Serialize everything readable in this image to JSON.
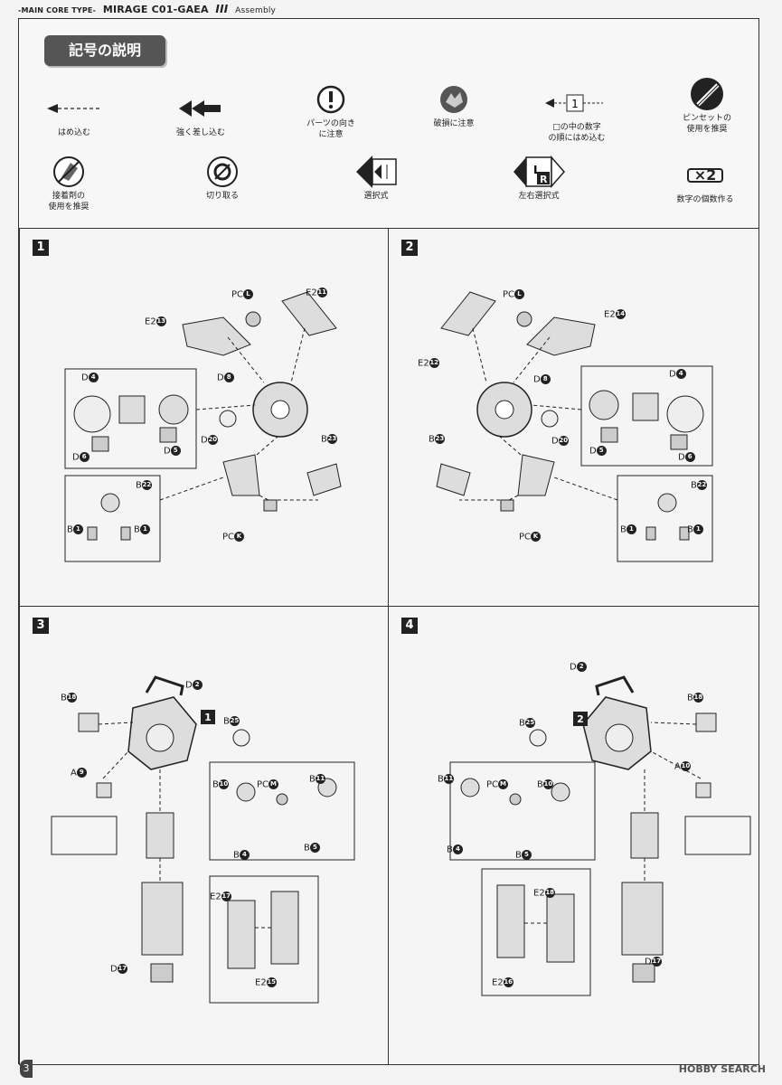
{
  "header": {
    "pre": "-MAIN CORE TYPE-",
    "title": "MIRAGE C01-GAEA",
    "roman": "III",
    "suffix": "Assembly"
  },
  "legend": {
    "title": "記号の説明",
    "items": [
      {
        "label": "はめ込む",
        "icon": "arrow-dashed-icon"
      },
      {
        "label": "強く差し込む",
        "icon": "double-arrow-icon"
      },
      {
        "label": "パーツの向き\nに注意",
        "icon": "caution-icon"
      },
      {
        "label": "破損に注意",
        "icon": "break-icon"
      },
      {
        "label": "□の中の数字\nの順にはめ込む",
        "icon": "order-arrow-icon",
        "num": "1"
      },
      {
        "label": "ピンセットの\n使用を推奨",
        "icon": "tweezers-icon"
      },
      {
        "label": "接着剤の\n使用を推奨",
        "icon": "glue-icon"
      },
      {
        "label": "切り取る",
        "icon": "cut-icon"
      },
      {
        "label": "選択式",
        "icon": "choice-icon"
      },
      {
        "label": "左右選択式",
        "icon": "lr-choice-icon",
        "l": "L",
        "r": "R"
      },
      {
        "label": "数字の個数作る",
        "icon": "multiply-icon",
        "mult": "×2"
      }
    ]
  },
  "steps": [
    {
      "num": "1",
      "labels": [
        "PC",
        "L",
        "E2",
        "11",
        "E2",
        "13",
        "D",
        "8",
        "D",
        "4",
        "D",
        "20",
        "B",
        "23",
        "D",
        "5",
        "D",
        "6",
        "B",
        "22",
        "B",
        "1",
        "B",
        "1",
        "PC",
        "K"
      ]
    },
    {
      "num": "2",
      "labels": [
        "PC",
        "L",
        "E2",
        "14",
        "E2",
        "12",
        "D",
        "8",
        "D",
        "4",
        "D",
        "20",
        "B",
        "23",
        "D",
        "5",
        "D",
        "6",
        "B",
        "22",
        "B",
        "1",
        "B",
        "1",
        "PC",
        "K"
      ]
    },
    {
      "num": "3",
      "labels": [
        "D",
        "2",
        "B",
        "18",
        "B",
        "25",
        "A",
        "9",
        "B",
        "10",
        "PC",
        "M",
        "B",
        "11",
        "B",
        "4",
        "B",
        "5",
        "E2",
        "17",
        "E2",
        "15",
        "D",
        "17"
      ],
      "ref": "1"
    },
    {
      "num": "4",
      "labels": [
        "D",
        "2",
        "B",
        "18",
        "B",
        "25",
        "A",
        "10",
        "B",
        "11",
        "PC",
        "M",
        "B",
        "10",
        "B",
        "4",
        "B",
        "5",
        "E2",
        "18",
        "E2",
        "16",
        "D",
        "17"
      ],
      "ref": "2"
    }
  ],
  "page_number": "3",
  "watermark": "HOBBY SEARCH"
}
